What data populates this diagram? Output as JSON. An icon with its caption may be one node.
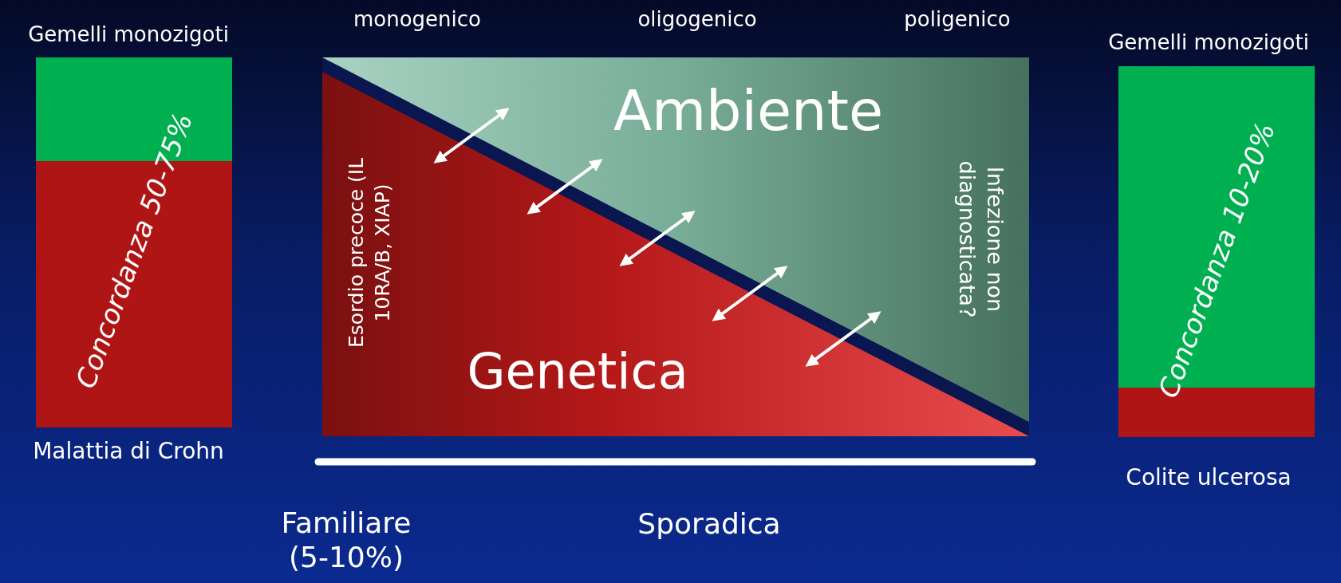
{
  "diagram": {
    "nodes": [
      {
        "text": [
          "Concordanza 50-75%"
        ],
        "beside": [
          "Gemelli monozigoti",
          "Malattia di Crohn"
        ]
      },
      {
        "text": [
          "Ambiente",
          "Infezione non diagnosticata?"
        ]
      },
      {
        "text": [
          "Genetica",
          "Esordio precoce (IL 10RA/B, XIAP)"
        ]
      },
      {
        "text": [
          "Concordanza 10-20%"
        ],
        "beside": [
          "Gemelli monozigoti",
          "Colite ulcerosa"
        ]
      }
    ],
    "edges": [
      {
        "from": 2,
        "to": 1,
        "arrow": "both"
      },
      {
        "from": 2,
        "to": 1,
        "arrow": "both"
      },
      {
        "from": 2,
        "to": 1,
        "arrow": "both"
      },
      {
        "from": 2,
        "to": 1,
        "arrow": "both"
      },
      {
        "from": 2,
        "to": 1,
        "arrow": "both"
      }
    ],
    "labels": [
      "monogenico",
      "oligogenico",
      "poligenico",
      "Familiare (5-10%)",
      "Sporadica"
    ]
  }
}
